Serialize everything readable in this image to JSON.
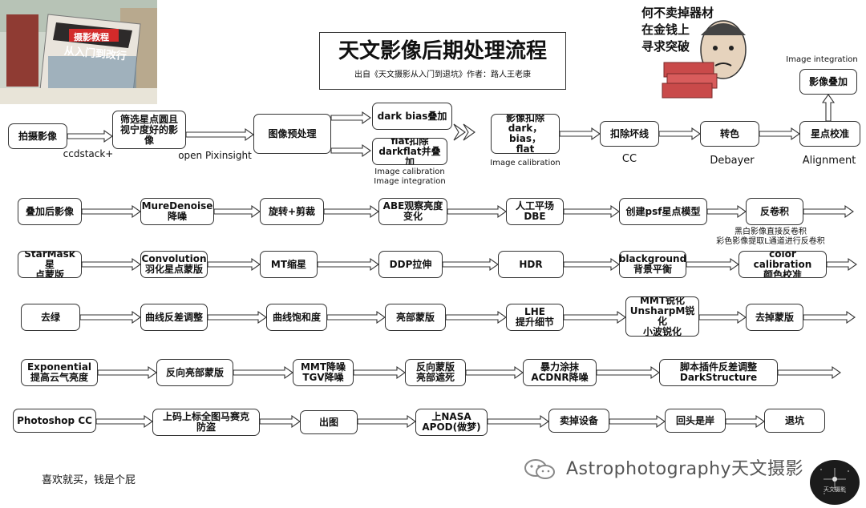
{
  "title": "天文影像后期处理流程",
  "subtitle": "出自《天文摄影从入门到退坑》作者：路人王老康",
  "meme_caption": "何不卖掉器材\n在金钱上\n寻求突破",
  "photo_book_label": "摄影教程",
  "photo_book_title": "从入门到改行",
  "nodes": {
    "r1_1": "拍摄影像",
    "r1_2": "筛选星点圆且\n视宁度好的影\n像",
    "r1_3": "图像预处理",
    "r1_4a": "dark bias叠加",
    "r1_4b": "flat扣除\ndarkflat并叠加",
    "r1_5": "影像扣除\ndark，bias，\nflat",
    "r1_6": "扣除坏线",
    "r1_7": "转色",
    "r1_8": "星点校准",
    "r1_9": "影像叠加",
    "r2_1": "叠加后影像",
    "r2_2": "MureDenoise\n降噪",
    "r2_3": "旋转+剪裁",
    "r2_4": "ABE观察亮度\n变化",
    "r2_5": "人工平场\nDBE",
    "r2_6": "创建psf星点模型",
    "r2_7": "反卷积",
    "r3_1": "StarMask星\n点蒙版",
    "r3_2": "Convolution\n羽化星点蒙版",
    "r3_3": "MT缩星",
    "r3_4": "DDP拉伸",
    "r3_5": "HDR",
    "r3_6": "blackground\n背景平衡",
    "r3_7": "color calibration\n颜色校准",
    "r4_1": "去绿",
    "r4_2": "曲线反差调整",
    "r4_3": "曲线饱和度",
    "r4_4": "亮部蒙版",
    "r4_5": "LHE\n提升细节",
    "r4_6": "MMT锐化\nUnsharpM锐化\n小波锐化",
    "r4_7": "去掉蒙版",
    "r5_1": "Exponential\n提高云气亮度",
    "r5_2": "反向亮部蒙版",
    "r5_3": "MMT降噪\nTGV降噪",
    "r5_4": "反向蒙版\n亮部遮死",
    "r5_5": "暴力涂抹\nACDNR降噪",
    "r5_6": "脚本插件反差调整\nDarkStructure",
    "r6_1": "Photoshop CC",
    "r6_2": "上码上标全图马赛克\n防盗",
    "r6_3": "出图",
    "r6_4": "上NASA\nAPOD(做梦)",
    "r6_5": "卖掉设备",
    "r6_6": "回头是岸",
    "r6_7": "退坑"
  },
  "labels": {
    "ccdstack": "ccdstack+",
    "pixinsight": "open Pixinsight",
    "calib_integ": "Image calibration\nImage integration",
    "calib": "Image calibration",
    "cc": "CC",
    "debayer": "Debayer",
    "alignment": "Alignment",
    "integration": "Image integration",
    "deconv_note": "黑白影像直接反卷积\n彩色影像提取L通道进行反卷积"
  },
  "footer_note": "喜欢就买，钱是个屁",
  "watermark": "Astrophotography天文摄影",
  "logo_text": "天文摄影"
}
